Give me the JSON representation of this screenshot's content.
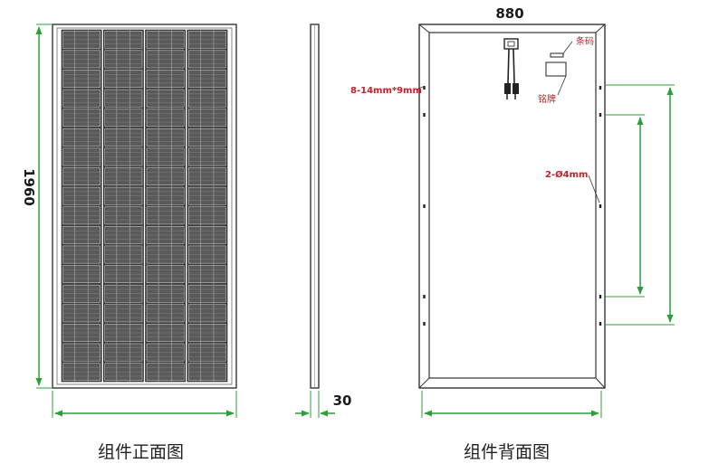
{
  "front_view": {
    "height_label": "1960",
    "caption": "组件正面图"
  },
  "side_view": {
    "thickness_label": "30"
  },
  "back_view": {
    "width_label": "880",
    "mounting_hole_label": "8-14mm*9mm",
    "ground_hole_label": "2-Ø4mm",
    "barcode_label": "条码",
    "nameplate_label": "铭牌",
    "caption": "组件背面图"
  },
  "colors": {
    "dimension_line": "#2e9e3a",
    "annotation": "#c0212b",
    "outline": "#333333"
  }
}
